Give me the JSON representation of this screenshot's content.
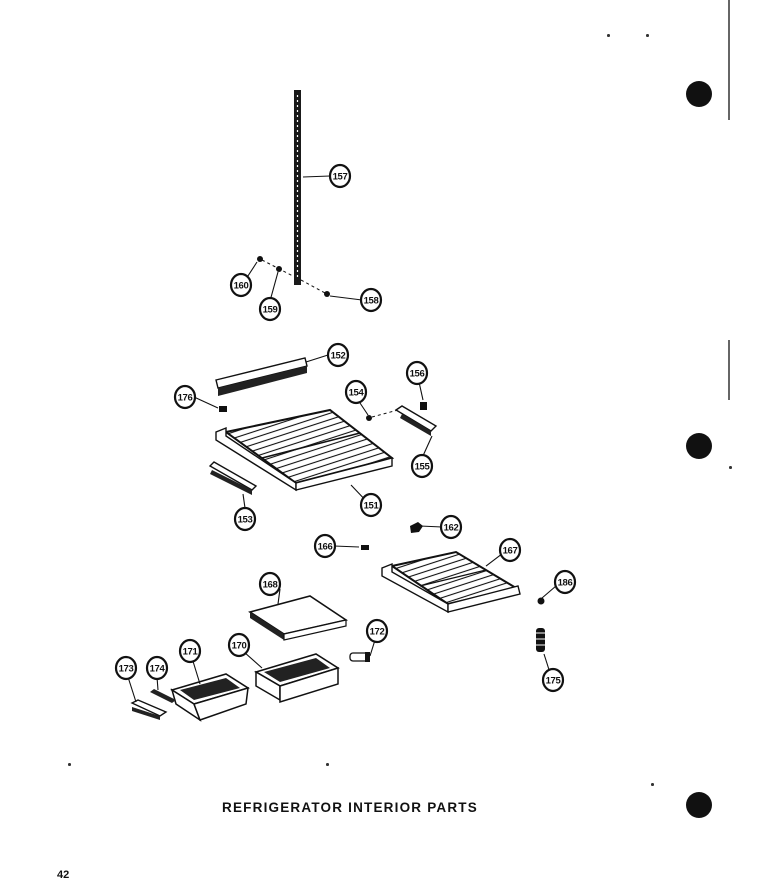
{
  "title": "REFRIGERATOR INTERIOR PARTS",
  "page_number": "42",
  "callouts": {
    "c157": "157",
    "c160": "160",
    "c159": "159",
    "c158": "158",
    "c152": "152",
    "c176": "176",
    "c154": "154",
    "c156": "156",
    "c151": "151",
    "c155": "155",
    "c153": "153",
    "c162": "162",
    "c166": "166",
    "c167": "167",
    "c168": "168",
    "c186": "186",
    "c172": "172",
    "c173": "173",
    "c174": "174",
    "c171": "171",
    "c170": "170",
    "c175": "175"
  }
}
